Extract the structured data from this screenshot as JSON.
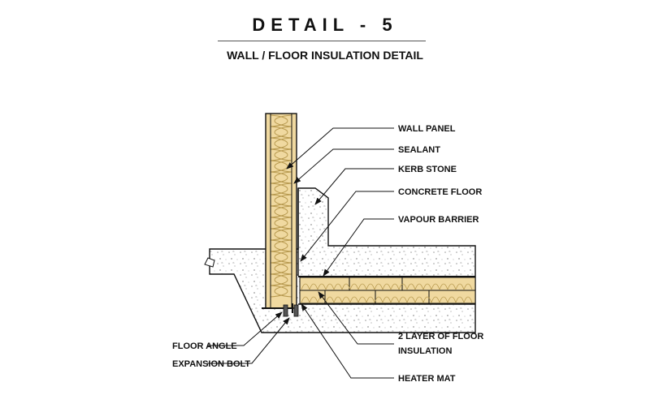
{
  "header": {
    "title": "DETAIL - 5",
    "subtitle": "WALL / FLOOR INSULATION DETAIL"
  },
  "labels": {
    "wall_panel": "WALL PANEL",
    "sealant": "SEALANT",
    "kerb_stone": "KERB STONE",
    "concrete_floor": "CONCRETE FLOOR",
    "vapour_barrier": "VAPOUR BARRIER",
    "floor_insulation_line1": "2 LAYER OF FLOOR",
    "floor_insulation_line2": "INSULATION",
    "heater_mat": "HEATER MAT",
    "floor_angle": "FLOOR ANGLE",
    "expansion_bolt": "EXPANSION BOLT"
  },
  "colors": {
    "insulation": "#f0d9a0",
    "insulation_line": "#b89a50",
    "line": "#111111",
    "concrete_dot": "#9a9a9a"
  }
}
